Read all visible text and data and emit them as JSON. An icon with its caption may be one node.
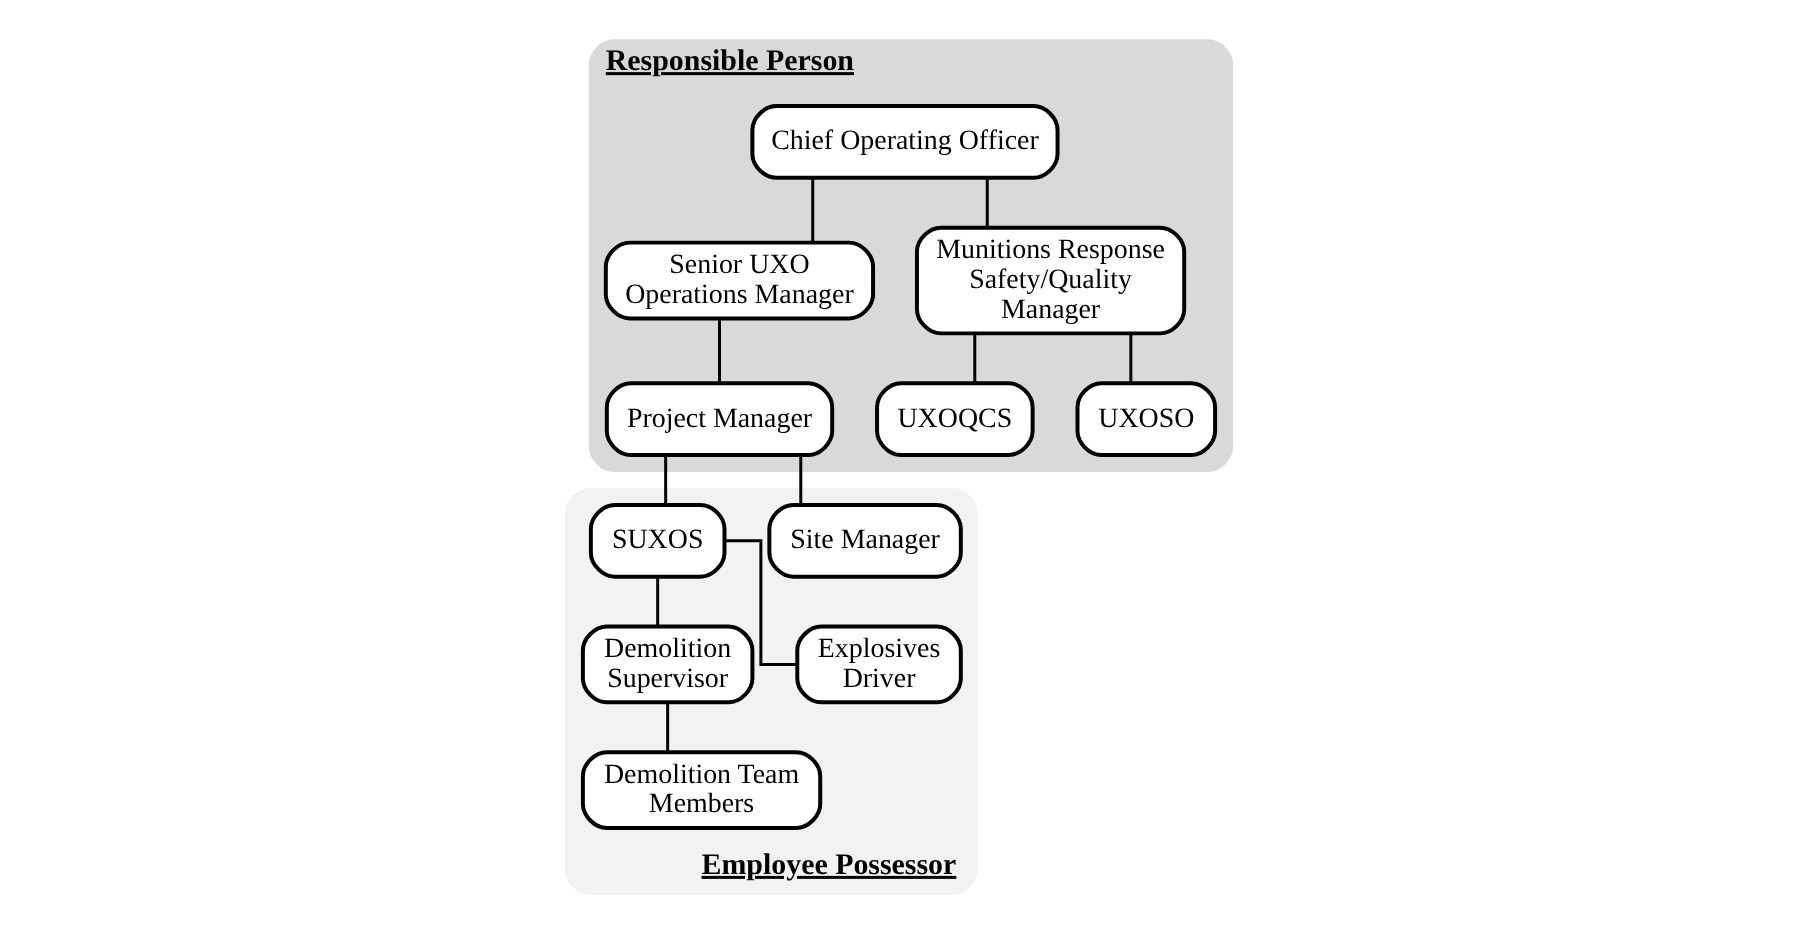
{
  "diagram": {
    "nodes": [
      {
        "text": [
          "Responsible Person"
        ]
      },
      {
        "text": [
          "Chief Operating Officer"
        ],
        "in": 0
      },
      {
        "text": [
          "Senior UXO Operations Manager"
        ],
        "in": 0
      },
      {
        "text": [
          "Munitions Response Safety/Quality Manager"
        ],
        "in": 0
      },
      {
        "text": [
          "Project Manager"
        ],
        "in": 0
      },
      {
        "text": [
          "UXOQCS"
        ],
        "in": 0
      },
      {
        "text": [
          "UXOSO"
        ],
        "in": 0
      },
      {
        "text": [
          "Employee Possessor"
        ]
      },
      {
        "text": [
          "Site Manager"
        ],
        "in": 7
      },
      {
        "text": [
          "SUXOS"
        ],
        "in": 7
      },
      {
        "text": [
          "Demolition Supervisor"
        ],
        "in": 7
      },
      {
        "text": [
          "Explosives Driver"
        ],
        "in": 7
      },
      {
        "text": [
          "Demolition Team Members"
        ],
        "in": 7
      }
    ],
    "edges": [
      {
        "from": 1,
        "to": 2,
        "arrow": "none"
      },
      {
        "from": 1,
        "to": 3,
        "arrow": "none"
      },
      {
        "from": 2,
        "to": 4,
        "arrow": "none"
      },
      {
        "from": 3,
        "to": 5,
        "arrow": "none"
      },
      {
        "from": 3,
        "to": 6,
        "arrow": "none"
      },
      {
        "from": 4,
        "to": 8,
        "arrow": "none"
      },
      {
        "from": 4,
        "to": 9,
        "arrow": "none"
      },
      {
        "from": 9,
        "to": 10,
        "arrow": "none"
      },
      {
        "from": 9,
        "to": 11,
        "arrow": "none"
      },
      {
        "from": 10,
        "to": 12,
        "arrow": "none"
      }
    ]
  }
}
